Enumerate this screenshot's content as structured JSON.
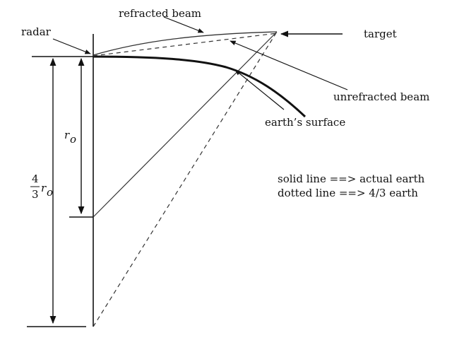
{
  "labels": {
    "radar": "radar",
    "refracted_beam": "refracted beam",
    "target": "target",
    "unrefracted_beam": "unrefracted beam",
    "earths_surface": "earth’s surface",
    "legend_solid": "solid line ==> actual earth",
    "legend_dotted": "dotted line ==> 4/3 earth"
  },
  "radius_label": {
    "symbol": "r",
    "subscript": "o"
  },
  "fraction_label": {
    "numerator": "4",
    "denominator": "3",
    "symbol": "r",
    "subscript": "o"
  },
  "colors": {
    "ink": "#111111",
    "line": "#333333"
  }
}
